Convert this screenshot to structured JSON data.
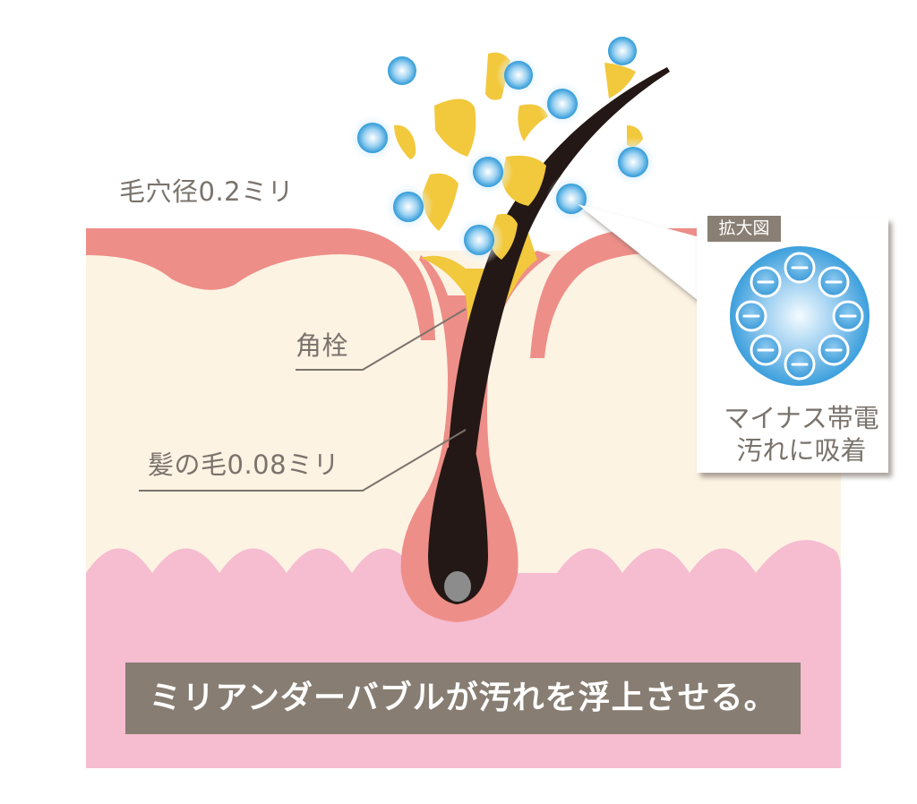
{
  "labels": {
    "pore_diameter": "毛穴径0.2ミリ",
    "sebum_plug": "角栓",
    "hair_diameter": "髪の毛0.08ミリ"
  },
  "callout": {
    "tag": "拡大図",
    "line1": "マイナス帯電",
    "line2": "汚れに吸着",
    "charge_symbol": "−",
    "charge_count": 8
  },
  "banner": {
    "text": "ミリアンダーバブルが汚れを浮上させる。"
  },
  "colors": {
    "epidermis": "#ee8e88",
    "dermis": "#fdf3e3",
    "subcutis": "#f6bcd0",
    "sebum": "#f2c83c",
    "hair": "#231815",
    "bubble": "#3fa6df",
    "banner": "#877d72",
    "label_text": "#7a736c"
  }
}
